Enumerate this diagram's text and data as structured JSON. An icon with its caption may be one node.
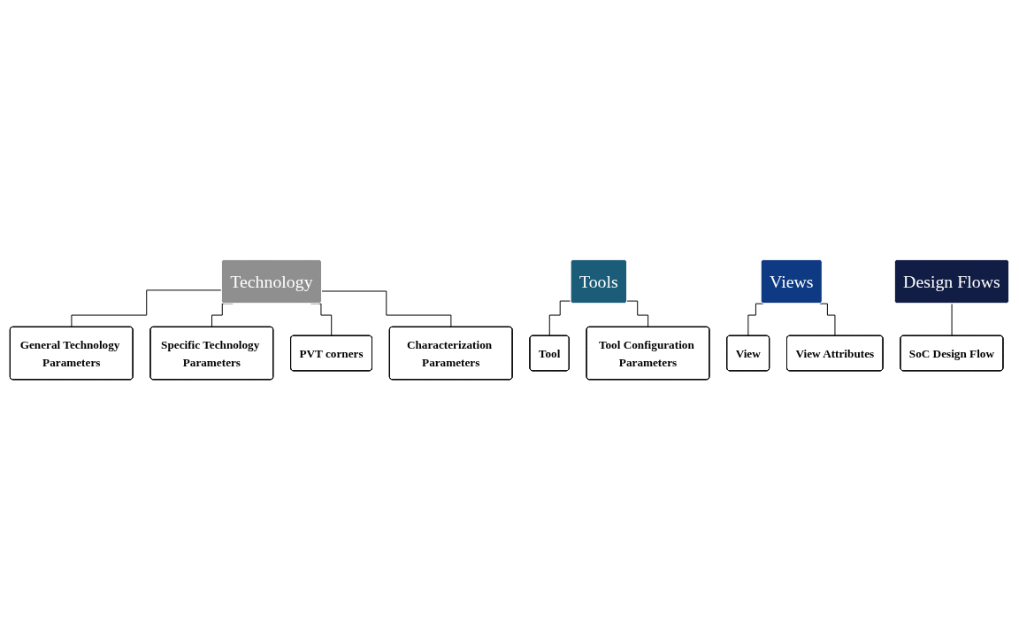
{
  "diagram": {
    "nodes": [
      {
        "text": [
          "Technology"
        ]
      },
      {
        "text": [
          "General Technology Parameters"
        ]
      },
      {
        "text": [
          "Specific Technology Parameters"
        ]
      },
      {
        "text": [
          "PVT corners"
        ]
      },
      {
        "text": [
          "Characterization Parameters"
        ]
      },
      {
        "text": [
          "Tools"
        ]
      },
      {
        "text": [
          "Tool"
        ]
      },
      {
        "text": [
          "Tool Configuration Parameters"
        ]
      },
      {
        "text": [
          "Views"
        ]
      },
      {
        "text": [
          "View"
        ]
      },
      {
        "text": [
          "View Attributes"
        ]
      },
      {
        "text": [
          "Design Flows"
        ]
      },
      {
        "text": [
          "SoC Design Flow"
        ]
      }
    ],
    "edges": [
      {
        "from": 0,
        "to": 1,
        "arrow": "none"
      },
      {
        "from": 0,
        "to": 2,
        "arrow": "none"
      },
      {
        "from": 0,
        "to": 3,
        "arrow": "none"
      },
      {
        "from": 0,
        "to": 4,
        "arrow": "none"
      },
      {
        "from": 5,
        "to": 6,
        "arrow": "none"
      },
      {
        "from": 5,
        "to": 7,
        "arrow": "none"
      },
      {
        "from": 8,
        "to": 9,
        "arrow": "none"
      },
      {
        "from": 8,
        "to": 10,
        "arrow": "none"
      },
      {
        "from": 11,
        "to": 12,
        "arrow": "none"
      }
    ]
  }
}
